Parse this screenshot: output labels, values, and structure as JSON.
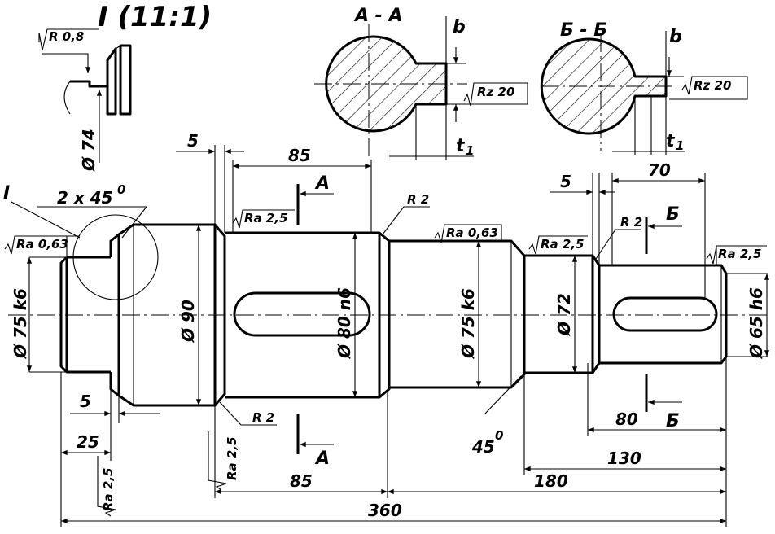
{
  "detail": {
    "label": "I (11:1)",
    "roughness": "R 0,8",
    "diameter": "Ø 74"
  },
  "section_aa": {
    "label": "A - A",
    "b": "b",
    "t1": "t",
    "t1_sub": "1",
    "roughness": "Rz 20"
  },
  "section_bb": {
    "label": "Б - Б",
    "b": "b",
    "t1": "t",
    "t1_sub": "1",
    "roughness": "Rz 20"
  },
  "callout": {
    "mark": "I",
    "chamfer": "2 x 45",
    "chamfer_deg": "0"
  },
  "diameters": {
    "d75k6_left": "Ø 75 k6",
    "d90": "Ø 90",
    "d80n6": "Ø 80 n6",
    "d75k6_mid": "Ø 75 k6",
    "d72": "Ø 72",
    "d65h6": "Ø 65 h6"
  },
  "roughness": {
    "left_journal": "Ra 0,63",
    "key_step": "Ra 2,5",
    "mid_journal": "Ra 0,63",
    "shoulder_72": "Ra 2,5",
    "right_end": "Ra 2,5",
    "bottom_left": "Ra 2,5",
    "bottom_mid": "Ra 2,5"
  },
  "radii": {
    "r_top": "R 2",
    "r_bottom": "R 2",
    "r_right": "R 2"
  },
  "dims": {
    "top_5_left": "5",
    "top_85": "85",
    "top_5_right": "5",
    "top_70": "70",
    "bottom_5": "5",
    "bottom_25": "25",
    "bottom_85": "85",
    "bottom_180": "180",
    "bottom_130": "130",
    "bottom_80": "80",
    "overall_360": "360",
    "angle_45": "45",
    "angle_deg": "0"
  },
  "section_marks": {
    "a_top": "A",
    "a_bottom": "A",
    "b_top": "Б",
    "b_bottom": "Б"
  }
}
